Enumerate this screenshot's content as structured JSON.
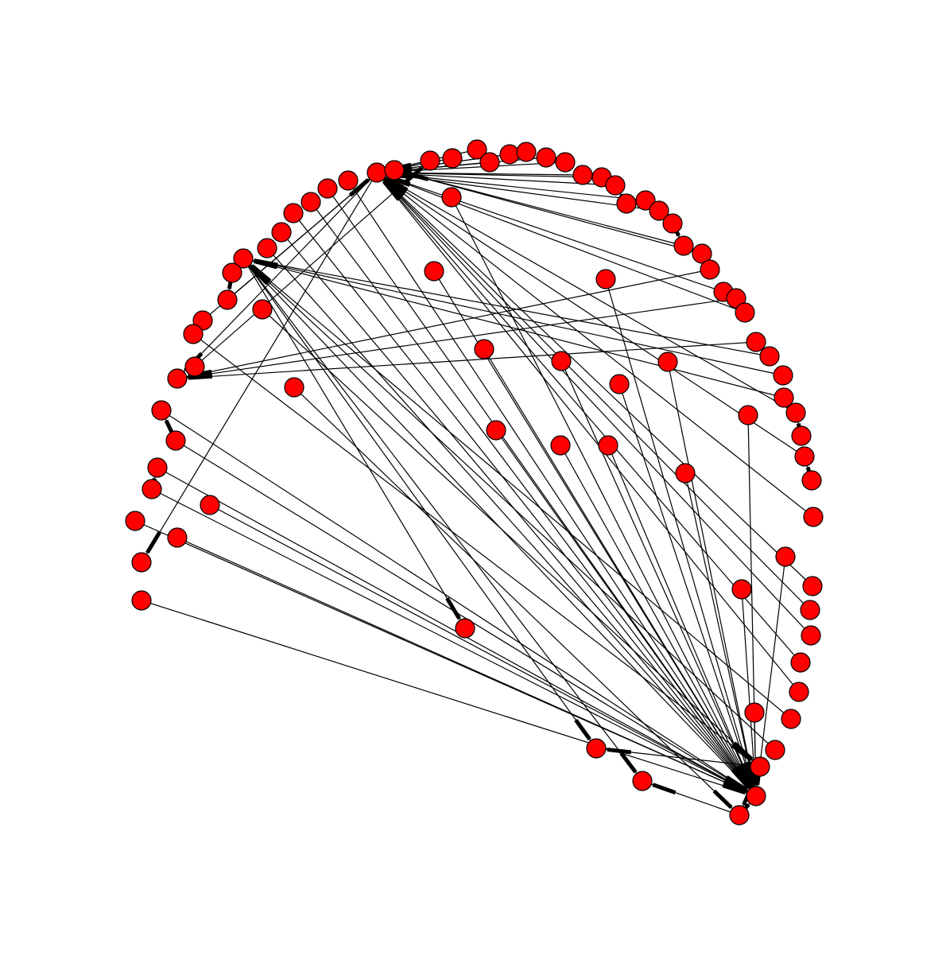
{
  "graph": {
    "kind": "directed network drawing",
    "node_color": "#ff0000",
    "node_outline_color": "#000000",
    "edge_color": "#000000",
    "node_count": 93,
    "edges": [
      [
        4,
        0
      ],
      [
        11,
        0
      ],
      [
        12,
        0
      ],
      [
        14,
        0
      ],
      [
        15,
        0
      ],
      [
        20,
        0
      ],
      [
        22,
        0
      ],
      [
        27,
        0
      ],
      [
        29,
        0
      ],
      [
        31,
        0
      ],
      [
        32,
        0
      ],
      [
        33,
        0
      ],
      [
        34,
        0
      ],
      [
        35,
        0
      ],
      [
        36,
        0
      ],
      [
        7,
        0
      ],
      [
        8,
        0
      ],
      [
        9,
        0
      ],
      [
        10,
        0
      ],
      [
        6,
        0
      ],
      [
        5,
        0
      ],
      [
        3,
        0
      ],
      [
        2,
        0
      ],
      [
        1,
        0
      ],
      [
        71,
        0
      ],
      [
        68,
        0
      ],
      [
        0,
        80
      ],
      [
        0,
        74
      ],
      [
        18,
        1
      ],
      [
        17,
        1
      ],
      [
        73,
        2
      ],
      [
        86,
        66
      ],
      [
        87,
        66
      ],
      [
        88,
        66
      ],
      [
        89,
        66
      ],
      [
        66,
        44
      ],
      [
        66,
        42
      ],
      [
        66,
        43
      ],
      [
        40,
        66
      ],
      [
        38,
        66
      ],
      [
        24,
        66
      ],
      [
        37,
        66
      ],
      [
        25,
        66
      ],
      [
        26,
        66
      ],
      [
        69,
        39
      ],
      [
        72,
        39
      ],
      [
        39,
        41
      ],
      [
        39,
        43
      ],
      [
        70,
        41
      ],
      [
        41,
        40
      ],
      [
        41,
        42
      ],
      [
        45,
        40
      ],
      [
        46,
        40
      ],
      [
        47,
        40
      ],
      [
        48,
        40
      ],
      [
        49,
        40
      ],
      [
        50,
        40
      ],
      [
        51,
        40
      ],
      [
        52,
        40
      ],
      [
        53,
        40
      ],
      [
        54,
        40
      ],
      [
        55,
        40
      ],
      [
        56,
        40
      ],
      [
        57,
        40
      ],
      [
        58,
        40
      ],
      [
        59,
        40
      ],
      [
        60,
        40
      ],
      [
        61,
        40
      ],
      [
        62,
        40
      ],
      [
        63,
        40
      ],
      [
        64,
        40
      ],
      [
        65,
        40
      ],
      [
        81,
        40
      ],
      [
        82,
        40
      ],
      [
        83,
        40
      ],
      [
        84,
        40
      ],
      [
        85,
        40
      ],
      [
        90,
        40
      ],
      [
        91,
        40
      ],
      [
        92,
        40
      ],
      [
        75,
        40
      ],
      [
        76,
        40
      ],
      [
        77,
        40
      ],
      [
        78,
        40
      ],
      [
        79,
        40
      ],
      [
        19,
        74
      ],
      [
        21,
        74
      ],
      [
        23,
        74
      ],
      [
        76,
        75
      ],
      [
        78,
        77
      ],
      [
        67,
        68
      ],
      [
        16,
        17
      ],
      [
        30,
        29
      ],
      [
        28,
        27
      ],
      [
        13,
        12
      ]
    ]
  }
}
